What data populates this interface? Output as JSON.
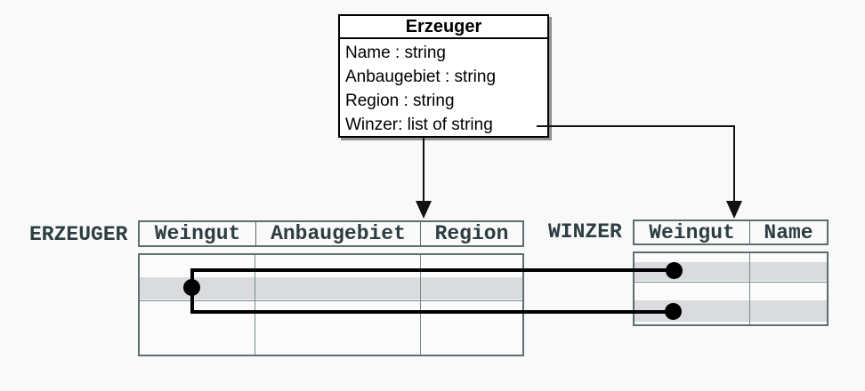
{
  "class_box": {
    "title": "Erzeuger",
    "attributes": [
      "Name : string",
      "Anbaugebiet : string",
      "Region : string",
      "Winzer: list of string"
    ]
  },
  "tables": {
    "erzeuger": {
      "label": "ERZEUGER",
      "columns": [
        "Weingut",
        "Anbaugebiet",
        "Region"
      ],
      "highlighted_row": "second body row shaded"
    },
    "winzer": {
      "label": "WINZER",
      "columns": [
        "Weingut",
        "Name"
      ],
      "highlighted_row": "first and third body rows shaded"
    }
  },
  "colors": {
    "background": "#f9f9f9",
    "table_border": "#5c6e70",
    "header_text": "#2c3e42",
    "row_highlight": "#d9dbde",
    "connector": "#000000",
    "class_box_border": "#000000"
  }
}
